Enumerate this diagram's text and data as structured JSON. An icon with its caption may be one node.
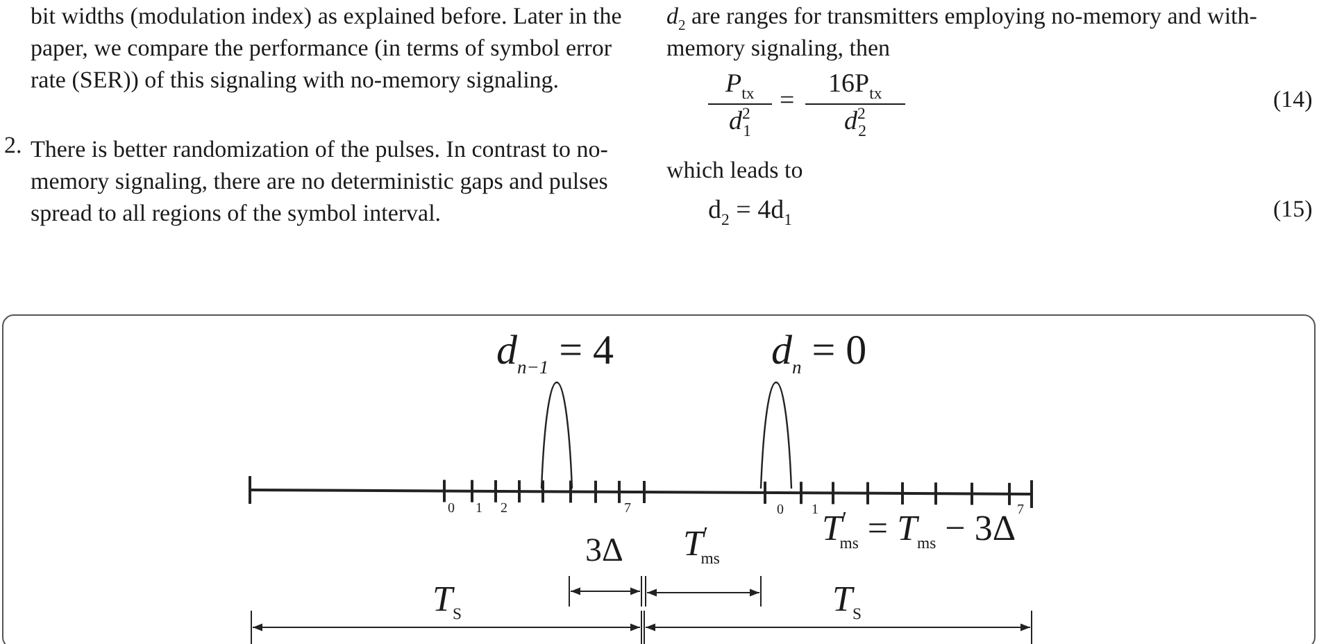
{
  "diagram": {
    "labels": [
      "bit widths (modulation index) as explained before. Later in the paper, we compare the performance (in terms of symbol error rate (SER)) of this signaling with no-memory signaling.",
      "2.",
      "There is better randomization of the pulses. In contrast to no-memory signaling, there are no deterministic gaps and pulses spread to all regions of the symbol interval.",
      "*d*$_{2}$ are ranges for transmitters employing no-memory and with-memory signaling, then",
      "*P*$_{tx}$",
      "*d*$^{2}$$_{1}$",
      "=",
      "16P$_{tx}$",
      "*d*$^{2}$$_{2}$",
      "(14)",
      "which leads to",
      "d$_{2}$ = 4d$_{1}$",
      "(15)",
      "*d*$_{n−1}$ = 4",
      "*d*$_{n}$ = 0",
      "0",
      "1",
      "2",
      "7",
      "0",
      "1",
      "7",
      "*T*$^{′}$$_{ms}$ = *T*$_{ms}$ − 3Δ",
      "3Δ",
      "*T*$^{′}$$_{ms}$",
      "*T*$_{S}$",
      "*T*$_{S}$"
    ]
  }
}
